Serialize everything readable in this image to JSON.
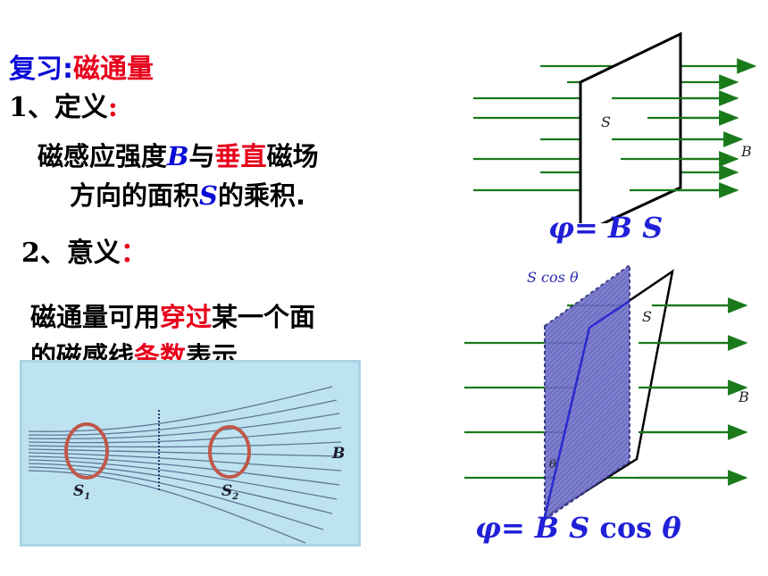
{
  "title": {
    "prefix": "复习",
    "colon": ":",
    "topic": "磁通量"
  },
  "section1": {
    "label": "1、定义",
    "colon": ":"
  },
  "definition": {
    "line1": {
      "a": "磁感应强度",
      "b": "B",
      "c": "与",
      "d": "垂直",
      "e": "磁场"
    },
    "line2": {
      "a": "方向的面积",
      "b": "S",
      "c": "的乘积."
    }
  },
  "section2": {
    "label": "2、意义",
    "colon": "："
  },
  "meaning": {
    "line1": {
      "a": "磁通量可用",
      "b": "穿过",
      "c": "某一个面"
    },
    "line2": {
      "a": "的磁感线",
      "b": "条数",
      "c": "表示."
    }
  },
  "formula1": {
    "phi": "φ",
    "eq": "= ",
    "b": "B",
    "s": " S"
  },
  "formula2": {
    "phi": "φ",
    "eq": "= ",
    "b": "B",
    "s": " S",
    "cos": " cos ",
    "theta": "θ"
  },
  "diagram1": {
    "s_label": "S",
    "b_label": "B"
  },
  "diagram2": {
    "scos_label": "S cos θ",
    "s_label": "S",
    "b_label": "B",
    "theta_label": "θ"
  },
  "photo": {
    "s1": "S",
    "s1_sub": "1",
    "s2": "S",
    "s2_sub": "2",
    "b_label": "B"
  },
  "colors": {
    "red": "#e8001c",
    "blue": "#0a0ad8",
    "arrow_green": "#1a7a1a",
    "shade": "#6464c8",
    "photo_bg": "#bde3f0"
  }
}
